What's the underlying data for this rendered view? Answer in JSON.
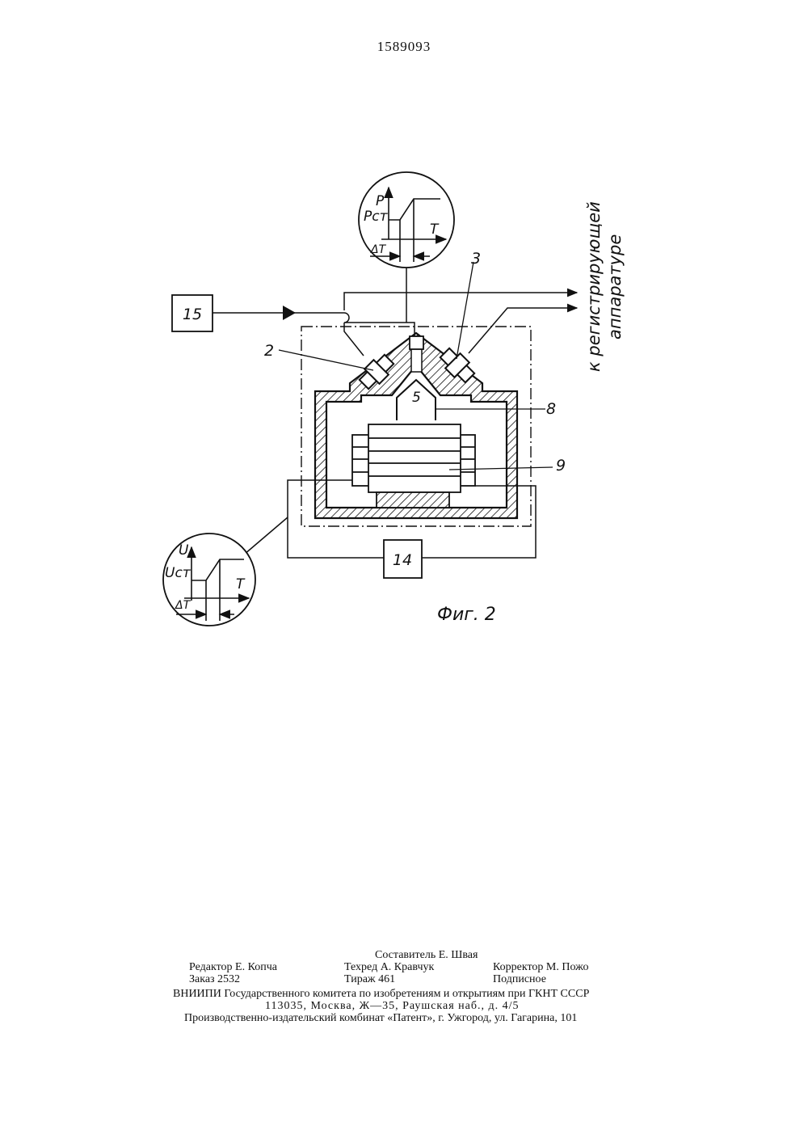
{
  "header": {
    "patent_number": "1589093"
  },
  "figure": {
    "caption": "Фиг. 2",
    "side_label_line1": "к регистрирующей",
    "side_label_line2": "аппаратуре",
    "labels": {
      "block_15": "15",
      "block_14": "14",
      "part_2": "2",
      "part_3": "3",
      "part_5": "5",
      "part_8": "8",
      "part_9": "9"
    },
    "pressure_graph": {
      "y_axis": "P",
      "level_label": "Pст",
      "x_axis": "T",
      "interval_label": "ΔT"
    },
    "voltage_graph": {
      "y_axis": "U",
      "level_label": "Uст",
      "x_axis": "T",
      "interval_label": "ΔT"
    }
  },
  "footer": {
    "compiler": "Составитель Е. Швая",
    "editor": "Редактор Е. Копча",
    "techred": "Техред А. Кравчук",
    "corrector": "Корректор М. Пожо",
    "order": "Заказ 2532",
    "circulation": "Тираж 461",
    "subscription": "Подписное",
    "org_line": "ВНИИПИ Государственного комитета по изобретениям и открытиям при ГКНТ СССР",
    "address_line": "113035, Москва, Ж—35, Раушская наб., д. 4/5",
    "printer_line": "Производственно-издательский комбинат «Патент», г. Ужгород, ул. Гагарина, 101"
  }
}
